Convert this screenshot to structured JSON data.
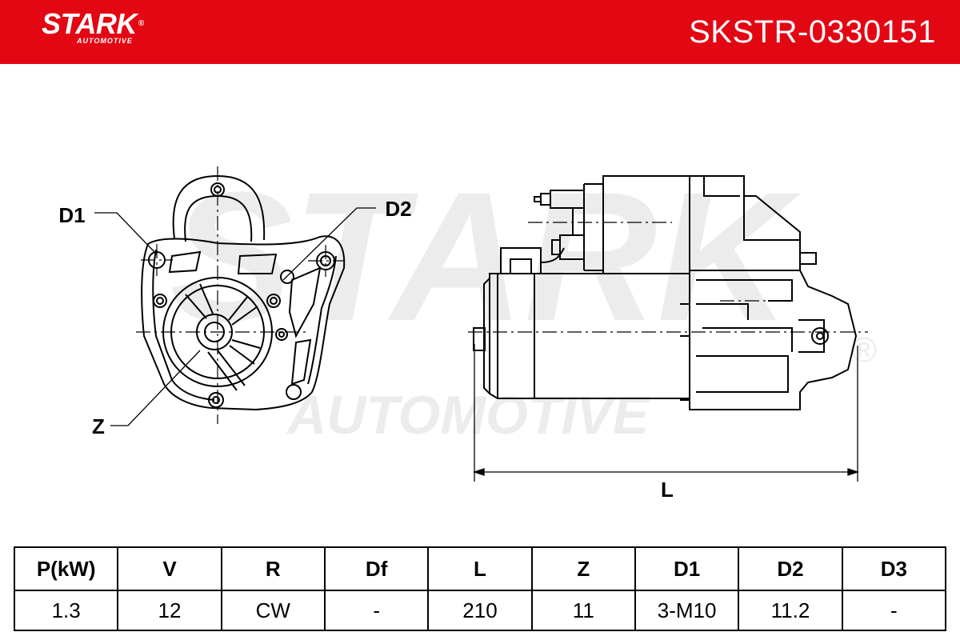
{
  "brand": {
    "name": "STARK",
    "subline": "AUTOMOTIVE",
    "registered": "®"
  },
  "part_number": "SKSTR-0330151",
  "watermark": {
    "main": "STARK",
    "sub": "AUTOMOTIVE",
    "registered": "®"
  },
  "drawing": {
    "labels": {
      "d1": "D1",
      "d2": "D2",
      "z": "Z",
      "l": "L"
    }
  },
  "specs": {
    "headers": [
      "P(kW)",
      "V",
      "R",
      "Df",
      "L",
      "Z",
      "D1",
      "D2",
      "D3"
    ],
    "values": [
      "1.3",
      "12",
      "CW",
      "-",
      "210",
      "11",
      "3-M10",
      "11.2",
      "-"
    ]
  },
  "colors": {
    "header_red": "#e30613",
    "watermark_gray": "#ececec",
    "line": "#000000"
  }
}
